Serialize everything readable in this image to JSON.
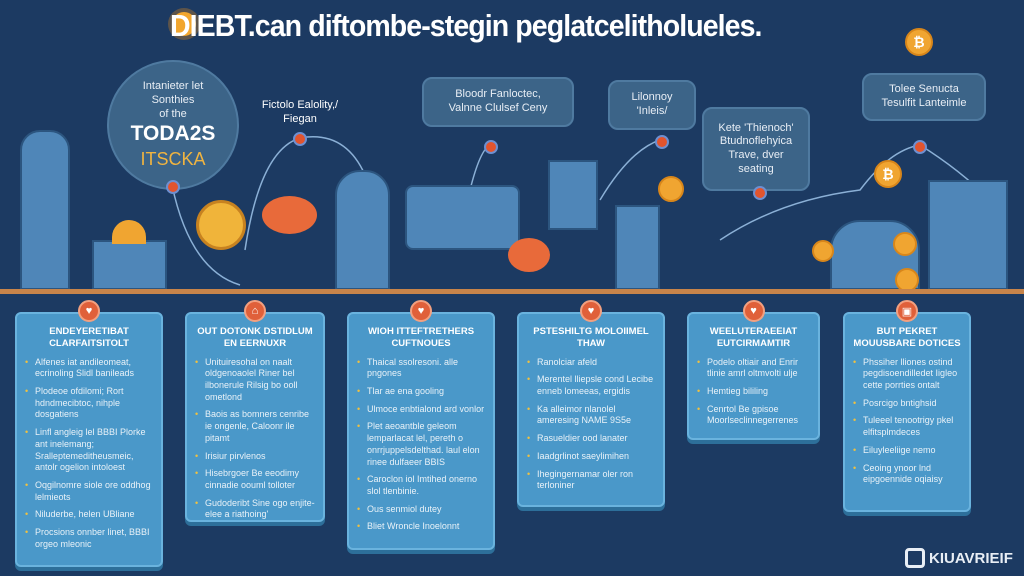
{
  "title": "DIEBT.can diftombe-stegin peglatcelitholueles.",
  "coin_symbol": "₿",
  "callouts": [
    {
      "lines": [
        "Intanieter let",
        "Sonthies",
        "of the"
      ],
      "big": "TODA2S",
      "accent": "ITSCKA"
    },
    {
      "lines": [
        "Fictolo Ealolity,/",
        "Fiegan"
      ]
    },
    {
      "lines": [
        "Bloodr Fanloctec,",
        "Valnne Clulsef Ceny"
      ]
    },
    {
      "lines": [
        "Lilonnoy",
        "'Inleis/"
      ]
    },
    {
      "lines": [
        "Kete 'Thienoch'",
        "Btudnoflehyica",
        "Trave, dver",
        "seating"
      ]
    },
    {
      "lines": [
        "Tolee Senucta",
        "Tesulfit Lanteimle"
      ]
    }
  ],
  "cards": [
    {
      "title": "Endeyeretibat Clarfaitsitolt",
      "items": [
        "Alfenes iat andileomeat, ecrinoling Slidl banileads",
        "Plodeoe ofdilomi; Rort hdndmecibtoc, nihple dosgatiens",
        "Linfl angleig lel BBBI Plorke ant inelemang; Sralleptemeditheusmeic, antolr ogelion intoloest",
        "Oqgilnomre siole ore oddhog lelmieots",
        "Niluderbe, helen UBliane",
        "Procsions onnber linet, BBBI orgeo mleonic"
      ]
    },
    {
      "title": "Out Dotonk Dstidlum En Eernuxr",
      "items": [
        "Unituiresohal on naalt oldgenoaolel Riner bel ilbonerule Rilsig bo ooll ometlond",
        "Baois as bomners cenribe ie ongenle, Caloonr ile pitamt",
        "Irisiur pirvlenos",
        "Hisebrgoer Be eeodimy cinnadie oouml tolloter",
        "Gudoderibt Sine ogo enjite-elee a riathoing'"
      ]
    },
    {
      "title": "Wioh Itteftrethers Cuftnoues",
      "items": [
        "Thaical ssolresoni. alle pngones",
        "Tlar ae ena gooling",
        "Ulmoce enbtialond ard vonlor",
        "Plet aeoantble geleom lemparlacat lel, pereth o onrrjuppelsdelthad. laul elon rinee dulfaeer BBIS",
        "Caroclon iol Imtihed onerno slol tlenbinie.",
        "Ous senmiol dutey",
        "Bliet Wroncle Inoelonnt"
      ]
    },
    {
      "title": "Psteshiltg Moloiimel Thaw",
      "items": [
        "Ranolciar afeld",
        "Merentel lliepsle cond Lecibe enneb lomeeas, ergidis",
        "Ka alleimor nlanolel ameresing NAME 9S5e",
        "Rasueldier ood lanater",
        "Iaadgrlinot saeylimihen",
        "Ihegingernamar oler ron terloniner"
      ]
    },
    {
      "title": "Weeluteraeeiat Eutcirmamtir",
      "items": [
        "Podelo oltiair and Enrir tlinie amrl oltmvolti ulje",
        "Hemtieg bililing",
        "Cenrtol Be gpisoe Moorlseclinnegerrenes"
      ]
    },
    {
      "title": "But Pekret Mouusbare Dotices",
      "items": [
        "Phssiher lliones ostind pegdisoendilledet Iigleo cette porrties ontalt",
        "Posrcigo bntighsid",
        "Tuleeel tenootrigy pkel elfitsplmdeces",
        "Eiluyleeliige nemo",
        "Ceoing ynoor lnd eipgoennide oqiaisy"
      ]
    }
  ],
  "logo": "KIUAVRIEIF"
}
